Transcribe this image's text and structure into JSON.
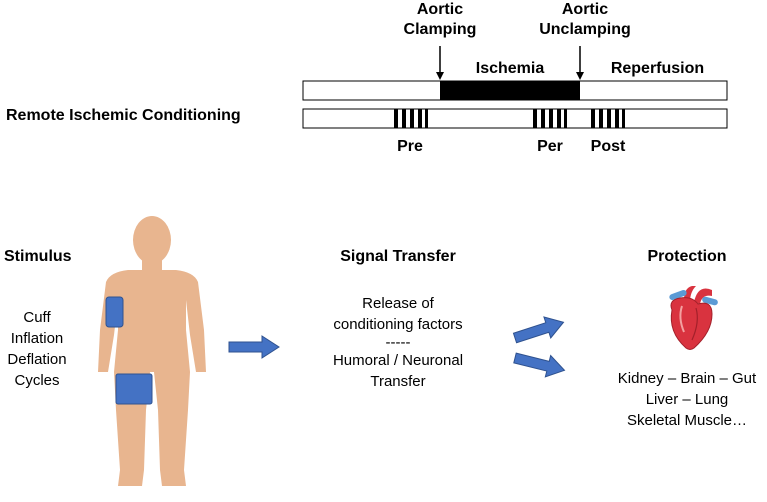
{
  "timeline": {
    "event_clamp": [
      "Aortic",
      "Clamping"
    ],
    "event_unclamp": [
      "Aortic",
      "Unclamping"
    ],
    "ischemia_label": "Ischemia",
    "reperfusion_label": "Reperfusion",
    "ric_label": "Remote Ischemic Conditioning",
    "phase_pre": "Pre",
    "phase_per": "Per",
    "phase_post": "Post"
  },
  "stimulus": {
    "title": "Stimulus",
    "lines": [
      "Cuff",
      "Inflation",
      "Deflation",
      "Cycles"
    ]
  },
  "signal_transfer": {
    "title": "Signal Transfer",
    "lines": [
      "Release of",
      "conditioning factors",
      "-----",
      "Humoral / Neuronal",
      "Transfer"
    ]
  },
  "protection": {
    "title": "Protection",
    "lines": [
      "Kidney – Brain – Gut",
      "Liver – Lung",
      "Skeletal Muscle…"
    ]
  },
  "colors": {
    "skin": "#E8B58F",
    "cuff": "#4472C4",
    "cuff_stroke": "#2F528F",
    "arrow": "#4472C4",
    "heart_red": "#D9333F",
    "heart_blue": "#5B9BD5"
  }
}
